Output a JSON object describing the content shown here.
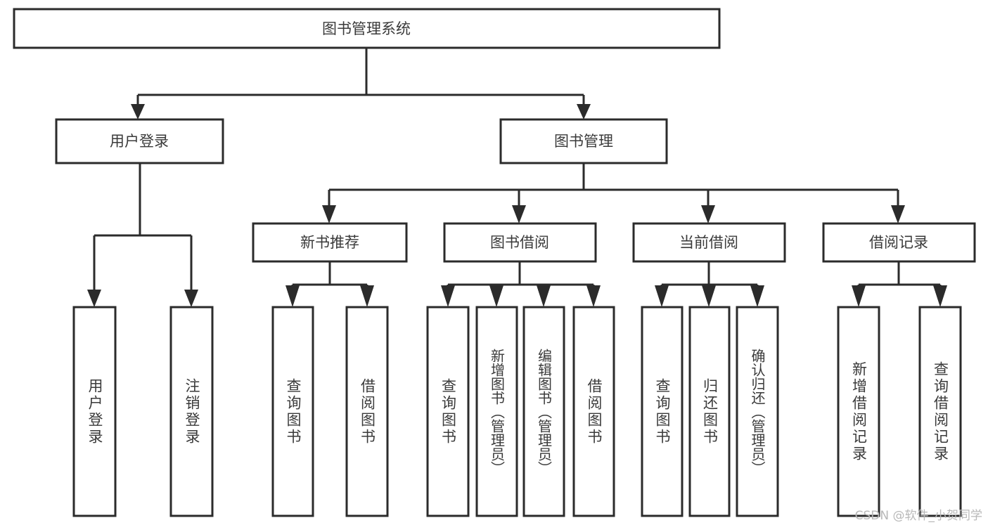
{
  "diagram": {
    "type": "tree-hierarchy",
    "title_node": "图书管理系统",
    "watermark": "CSDN @软件_小贺同学",
    "colors": {
      "stroke": "#2b2b2b",
      "fill": "#ffffff",
      "text": "#3a3a3a",
      "watermark": "#b8b8b8",
      "background": "#ffffff"
    },
    "nodes": {
      "root": {
        "label": "图书管理系统"
      },
      "level1": [
        {
          "id": "user-login",
          "label": "用户登录"
        },
        {
          "id": "book-manage",
          "label": "图书管理"
        }
      ],
      "level2": [
        {
          "id": "new-book-recommend",
          "label": "新书推荐"
        },
        {
          "id": "book-borrow",
          "label": "图书借阅"
        },
        {
          "id": "current-borrow",
          "label": "当前借阅"
        },
        {
          "id": "borrow-record",
          "label": "借阅记录"
        }
      ],
      "leaves": {
        "user-login": [
          {
            "id": "leaf-user-login",
            "label": "用户登录"
          },
          {
            "id": "leaf-user-logout",
            "label": "注销登录"
          }
        ],
        "new-book-recommend": [
          {
            "id": "leaf-query-book-1",
            "label": "查询图书"
          },
          {
            "id": "leaf-borrow-book-1",
            "label": "借阅图书"
          }
        ],
        "book-borrow": [
          {
            "id": "leaf-query-book-2",
            "label": "查询图书"
          },
          {
            "id": "leaf-add-book",
            "label": "新增图书（管理员）"
          },
          {
            "id": "leaf-edit-book",
            "label": "编辑图书（管理员）"
          },
          {
            "id": "leaf-borrow-book-2",
            "label": "借阅图书"
          }
        ],
        "current-borrow": [
          {
            "id": "leaf-query-book-3",
            "label": "查询图书"
          },
          {
            "id": "leaf-return-book",
            "label": "归还图书"
          },
          {
            "id": "leaf-confirm-return",
            "label": "确认归还（管理员）"
          }
        ],
        "borrow-record": [
          {
            "id": "leaf-add-record",
            "label": "新增借阅记录"
          },
          {
            "id": "leaf-query-record",
            "label": "查询借阅记录"
          }
        ]
      }
    }
  }
}
